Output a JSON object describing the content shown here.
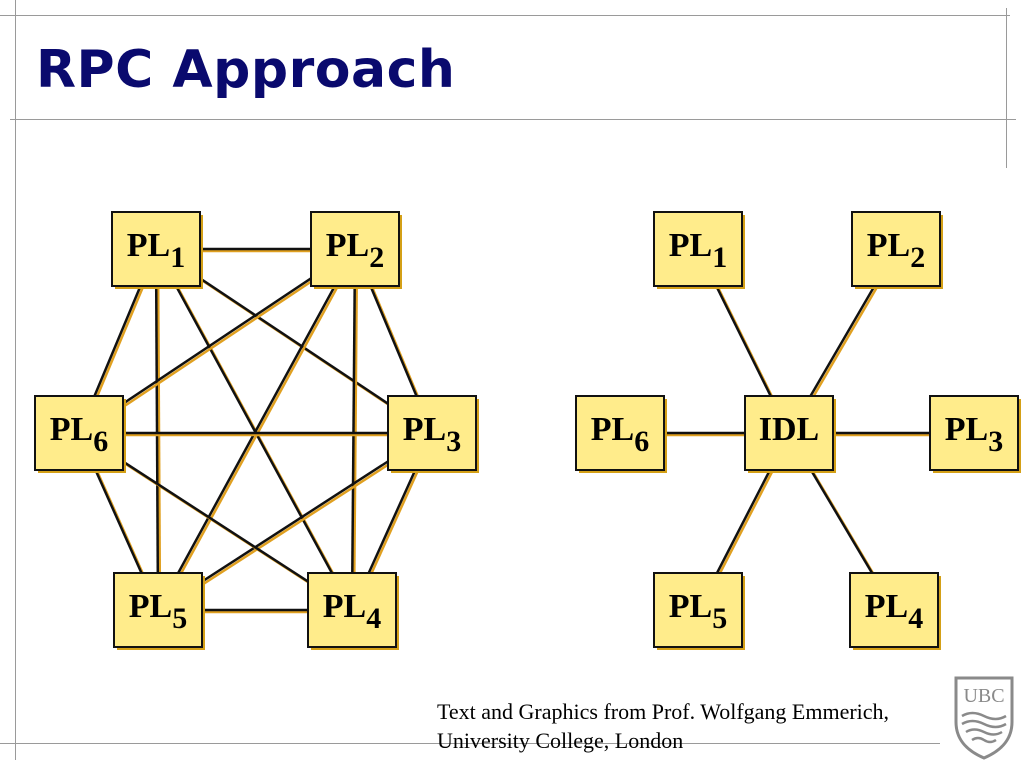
{
  "slide": {
    "title": "RPC Approach",
    "credit_line1": "Text and Graphics from Prof. Wolfgang Emmerich,",
    "credit_line2": "University College, London",
    "logo_text": "UBC"
  },
  "colors": {
    "title": "#0a0a6e",
    "box_fill": "#ffec8b",
    "box_shadow": "#d4a017",
    "edge": "#111111",
    "edge_shadow": "#e0a020"
  },
  "diagrams": {
    "mesh": {
      "nodes": [
        {
          "id": "pl1",
          "base": "PL",
          "sub": "1"
        },
        {
          "id": "pl2",
          "base": "PL",
          "sub": "2"
        },
        {
          "id": "pl3",
          "base": "PL",
          "sub": "3"
        },
        {
          "id": "pl4",
          "base": "PL",
          "sub": "4"
        },
        {
          "id": "pl5",
          "base": "PL",
          "sub": "5"
        },
        {
          "id": "pl6",
          "base": "PL",
          "sub": "6"
        }
      ],
      "edges": [
        [
          "pl1",
          "pl2"
        ],
        [
          "pl1",
          "pl4"
        ],
        [
          "pl1",
          "pl5"
        ],
        [
          "pl1",
          "pl6"
        ],
        [
          "pl1",
          "pl3"
        ],
        [
          "pl2",
          "pl3"
        ],
        [
          "pl2",
          "pl4"
        ],
        [
          "pl2",
          "pl5"
        ],
        [
          "pl2",
          "pl6"
        ],
        [
          "pl3",
          "pl4"
        ],
        [
          "pl3",
          "pl6"
        ],
        [
          "pl3",
          "pl5"
        ],
        [
          "pl4",
          "pl5"
        ],
        [
          "pl4",
          "pl6"
        ],
        [
          "pl5",
          "pl6"
        ]
      ]
    },
    "star": {
      "hub": {
        "id": "idl",
        "base": "IDL",
        "sub": ""
      },
      "nodes": [
        {
          "id": "pl1",
          "base": "PL",
          "sub": "1"
        },
        {
          "id": "pl2",
          "base": "PL",
          "sub": "2"
        },
        {
          "id": "pl3",
          "base": "PL",
          "sub": "3"
        },
        {
          "id": "pl4",
          "base": "PL",
          "sub": "4"
        },
        {
          "id": "pl5",
          "base": "PL",
          "sub": "5"
        },
        {
          "id": "pl6",
          "base": "PL",
          "sub": "6"
        }
      ]
    }
  }
}
